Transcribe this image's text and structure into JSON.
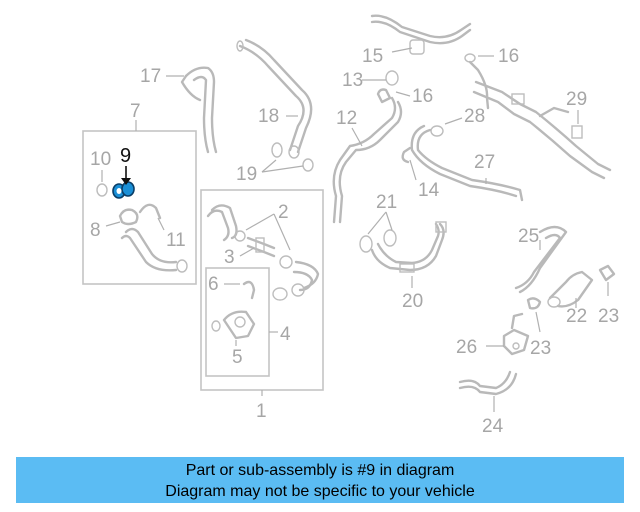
{
  "diagram": {
    "callouts": {
      "c1": "1",
      "c2": "2",
      "c3": "3",
      "c4": "4",
      "c5": "5",
      "c6": "6",
      "c7": "7",
      "c8": "8",
      "c9": "9",
      "c10": "10",
      "c11": "11",
      "c12": "12",
      "c13": "13",
      "c14": "14",
      "c15": "15",
      "c16a": "16",
      "c16b": "16",
      "c17": "17",
      "c18": "18",
      "c19": "19",
      "c20": "20",
      "c21": "21",
      "c22": "22",
      "c23a": "23",
      "c23b": "23",
      "c24": "24",
      "c25": "25",
      "c26": "26",
      "c27": "27",
      "c28": "28",
      "c29": "29"
    },
    "highlight_color": "#1a8fd6",
    "part_color": "#b9b9b9"
  },
  "banner": {
    "line1": "Part or sub-assembly is #9 in diagram",
    "line2": "Diagram may not be specific to your vehicle",
    "background": "#5bbcf3"
  }
}
